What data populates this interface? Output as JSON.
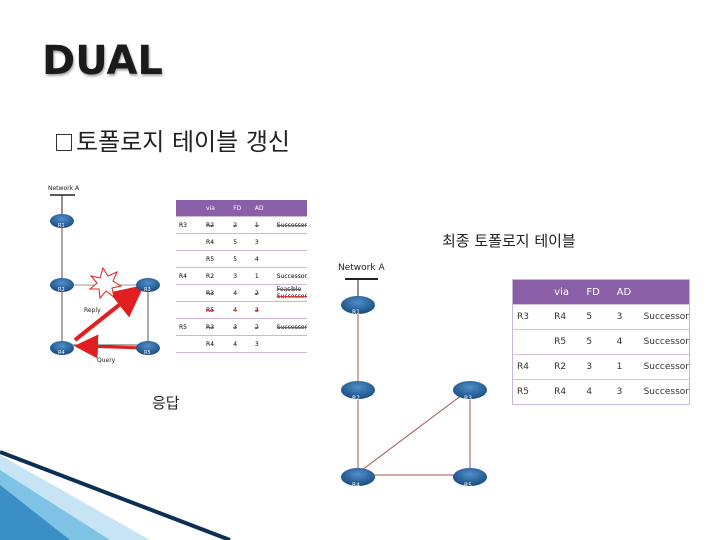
{
  "slide": {
    "title": "DUAL",
    "bullet": "토폴로지 테이블 갱신",
    "caption_final": "최종 토폴로지 테이블",
    "caption_reply": "응답"
  },
  "left_diagram": {
    "network_label": "Network A",
    "routers": [
      "R1",
      "R2",
      "R3",
      "R4",
      "R5"
    ],
    "reply_label": "Reply",
    "query_label": "Query"
  },
  "right_diagram": {
    "network_label": "Network A",
    "routers": [
      "R1",
      "R2",
      "R3",
      "R4",
      "R5"
    ]
  },
  "small_table": {
    "headers": [
      "",
      "via",
      "FD",
      "AD",
      ""
    ],
    "rows": [
      {
        "router": "R3",
        "via": "R2",
        "fd": "2",
        "ad": "1",
        "status": "Successor",
        "struck": true
      },
      {
        "router": "",
        "via": "R4",
        "fd": "5",
        "ad": "3",
        "status": "",
        "struck": false
      },
      {
        "router": "",
        "via": "R5",
        "fd": "5",
        "ad": "4",
        "status": "",
        "struck": false
      },
      {
        "router": "R4",
        "via": "R2",
        "fd": "3",
        "ad": "1",
        "status": "Successor",
        "struck": false
      },
      {
        "router": "",
        "via": "R3",
        "fd": "4",
        "ad": "2",
        "status": "Feasible Successor",
        "struck": true
      },
      {
        "router": "",
        "via": "R5",
        "fd": "4",
        "ad": "3",
        "status": "",
        "struck": true
      },
      {
        "router": "R5",
        "via": "R3",
        "fd": "3",
        "ad": "2",
        "status": "Successor",
        "struck": true
      },
      {
        "router": "",
        "via": "R4",
        "fd": "4",
        "ad": "3",
        "status": "",
        "struck": false
      }
    ]
  },
  "final_table": {
    "headers": [
      "",
      "via",
      "FD",
      "AD",
      ""
    ],
    "rows": [
      {
        "router": "R3",
        "via": "R4",
        "fd": "5",
        "ad": "3",
        "status": "Successor"
      },
      {
        "router": "",
        "via": "R5",
        "fd": "5",
        "ad": "4",
        "status": "Successor"
      },
      {
        "router": "R4",
        "via": "R2",
        "fd": "3",
        "ad": "1",
        "status": "Successor"
      },
      {
        "router": "R5",
        "via": "R4",
        "fd": "4",
        "ad": "3",
        "status": "Successor"
      }
    ]
  }
}
